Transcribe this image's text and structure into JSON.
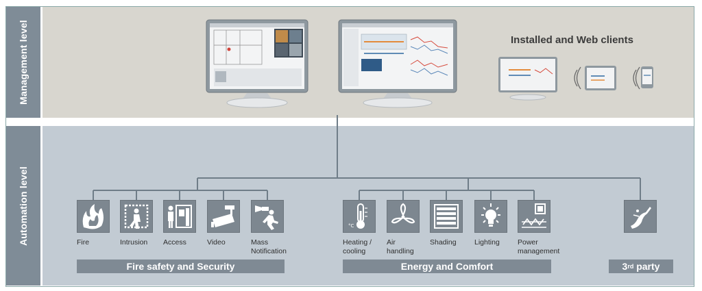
{
  "levels": {
    "management": "Management level",
    "automation": "Automation level"
  },
  "clients_title": "Installed and Web clients",
  "groups": [
    {
      "label": "Fire safety and Security"
    },
    {
      "label": "Energy and Comfort"
    },
    {
      "label_main": "3",
      "label_sup": "rd",
      "label_rest": " party"
    }
  ],
  "devices": [
    {
      "icon": "fire-icon",
      "label": "Fire"
    },
    {
      "icon": "intrusion-icon",
      "label": "Intrusion"
    },
    {
      "icon": "access-icon",
      "label": "Access"
    },
    {
      "icon": "video-camera-icon",
      "label": "Video"
    },
    {
      "icon": "mass-notification-icon",
      "label": "Mass\nNotification"
    },
    {
      "icon": "thermometer-icon",
      "label": "Heating /\ncooling"
    },
    {
      "icon": "fan-icon",
      "label": "Air\nhandling"
    },
    {
      "icon": "shading-blinds-icon",
      "label": "Shading"
    },
    {
      "icon": "light-bulb-icon",
      "label": "Lighting"
    },
    {
      "icon": "power-meter-icon",
      "label": "Power\nmanagement"
    },
    {
      "icon": "third-party-icon",
      "label": ""
    }
  ],
  "colors": {
    "management_bg": "#d8d6cf",
    "automation_bg": "#c2cbd3",
    "label_bar": "#7f8c97",
    "icon_bg": "#7d8790",
    "line": "#6f7d88"
  }
}
